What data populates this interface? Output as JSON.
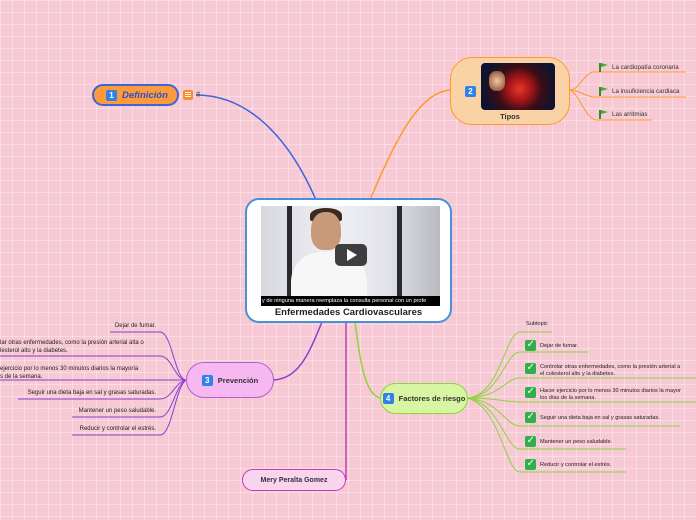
{
  "central": {
    "title": "Enfermedades Cardiovasculares",
    "video_caption": "y de ninguna manera reemplaza la consulta personal con un profe"
  },
  "definicion": {
    "number": "1",
    "label": "Definición"
  },
  "tipos": {
    "number": "2",
    "label": "Tipos",
    "items": [
      "La cardiopatía coronaria",
      "La insuficiencia cardiaca",
      "Las arritmias"
    ]
  },
  "prevencion": {
    "number": "3",
    "label": "Prevención",
    "items": [
      {
        "line1": "Dejar de fumar.",
        "line2": ""
      },
      {
        "line1": "lar otras enfermedades, como la presión arterial alta o",
        "line2": "lesterol alto y la diabetes."
      },
      {
        "line1": "ejercicio por lo menos 30 minutos diarios la mayoría",
        "line2": "s de la semana."
      },
      {
        "line1": "Seguir una dieta baja en sal y grasas saturadas.",
        "line2": ""
      },
      {
        "line1": "Mantener un peso saludable.",
        "line2": ""
      },
      {
        "line1": "Reducir y controlar el estrés.",
        "line2": ""
      }
    ]
  },
  "factores": {
    "number": "4",
    "label": "Factores de riesgo",
    "subtopic": "Subtopic",
    "items": [
      {
        "line1": "Dejar de fumar.",
        "line2": ""
      },
      {
        "line1": "Controlar otras enfermedades, como la presión arterial a",
        "line2": "el colesterol alto y la diabetes."
      },
      {
        "line1": "Hacer ejercicio por lo menos 30 minutos diarios la mayor",
        "line2": "los días de la semana."
      },
      {
        "line1": "Seguir una dieta baja en sal y grasas saturadas.",
        "line2": ""
      },
      {
        "line1": "Mantener un peso saludable.",
        "line2": ""
      },
      {
        "line1": "Reducir y controlar el estrés.",
        "line2": ""
      }
    ]
  },
  "author": {
    "label": "Mery Peralta Gomez"
  },
  "colors": {
    "background": "#f6c9d4",
    "definicion_branch": "#3a66d8",
    "tipos_branch": "#ff9a2a",
    "prevencion_branch": "#b45ed4",
    "factores_branch": "#8ed43a",
    "author_branch": "#c040b8"
  },
  "icons": [
    "notes-icon",
    "attachment-icon",
    "flag-icon",
    "check-icon",
    "play-icon"
  ]
}
